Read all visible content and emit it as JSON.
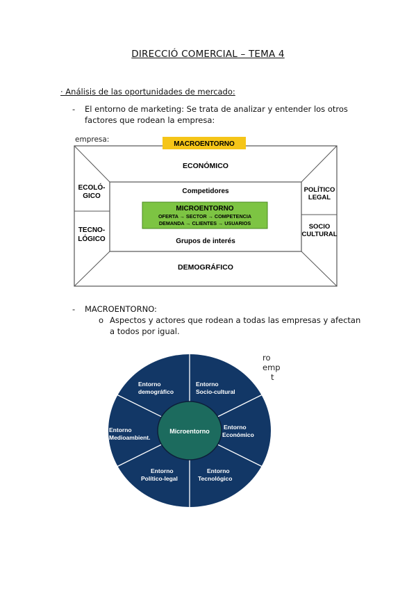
{
  "header": {
    "title": "DIRECCIÓ COMERCIAL – TEMA 4"
  },
  "section": {
    "heading": "· Análisis de las oportunidades de mercado:"
  },
  "bullets": {
    "dash": "-",
    "entorno_line1": "El entorno de marketing: Se trata de analizar y entender los otros",
    "entorno_line2": "factores que rodean la empresa:",
    "macro_label": "MACROENTORNO:",
    "sub_marker": "o",
    "macro_line1": "Aspectos y actores que rodean a todas las empresas y afectan",
    "macro_line2": "a todos por igual."
  },
  "diagram1": {
    "crop_label": "empresa:",
    "macroentorno_tag": "MACROENTORNO",
    "top": "ECONÓMICO",
    "bottom": "DEMOGRÁFICO",
    "left_top_1": "ECOLÓ-",
    "left_top_2": "GICO",
    "left_bottom_1": "TECNO-",
    "left_bottom_2": "LÓGICO",
    "right_top_1": "POLÍTICO",
    "right_top_2": "LEGAL",
    "right_bottom_1": "SOCIO",
    "right_bottom_2": "CULTURAL",
    "inner_top": "Competidores",
    "inner_bottom": "Grupos de interés",
    "micro_title": "MICROENTORNO",
    "micro_line1": "OFERTA → SECTOR → COMPETENCIA",
    "micro_line2": "DEMANDA → CLIENTES → USUARIOS",
    "colors": {
      "tag_bg": "#f5c518",
      "micro_bg": "#7dc443"
    }
  },
  "diagram2": {
    "crop_lines": [
      "ro",
      "emp",
      "t"
    ],
    "center": "Microentorno",
    "segments": [
      {
        "line1": "Entorno",
        "line2": "demográfico"
      },
      {
        "line1": "Entorno",
        "line2": "Socio-cultural"
      },
      {
        "line1": "Entorno",
        "line2": "Económico"
      },
      {
        "line1": "Entorno",
        "line2": "Tecnológico"
      },
      {
        "line1": "Entorno",
        "line2": "Político-legal"
      },
      {
        "line1": "Entorno",
        "line2": "Medioambient."
      }
    ],
    "colors": {
      "outer": "#123766",
      "center": "#1c6b5e"
    }
  }
}
